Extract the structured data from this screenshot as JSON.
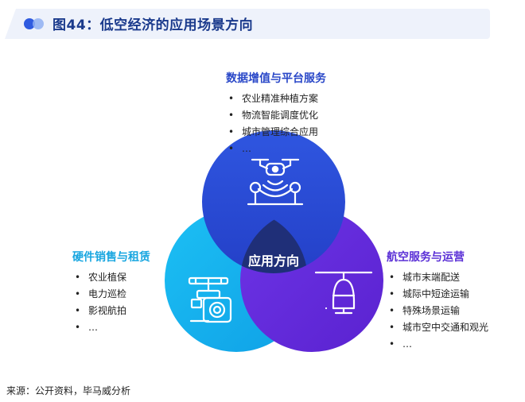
{
  "title": "图44：低空经济的应用场景方向",
  "center_label": "应用方向",
  "groups": {
    "top": {
      "title": "数据增值与平台服务",
      "items": [
        "农业精准种植方案",
        "物流智能调度优化",
        "城市管理综合应用",
        "…"
      ],
      "icon": "drone-icon"
    },
    "left": {
      "title": "硬件销售与租赁",
      "items": [
        "农业植保",
        "电力巡检",
        "影视航拍",
        "…"
      ],
      "icon": "camera-drone-icon"
    },
    "right": {
      "title": "航空服务与运营",
      "items": [
        "城市末端配送",
        "城际中短途运输",
        "特殊场景运输",
        "城市空中交通和观光",
        "…"
      ],
      "icon": "helicopter-icon"
    }
  },
  "source": "来源：公开资料，毕马威分析",
  "colors": {
    "banner": "#eef2fb",
    "title": "#1a3a8c",
    "circle_top": "#2a4ad8",
    "circle_left": "#16b3ee",
    "circle_right": "#6a2fe0",
    "center": "#1f2f78"
  }
}
